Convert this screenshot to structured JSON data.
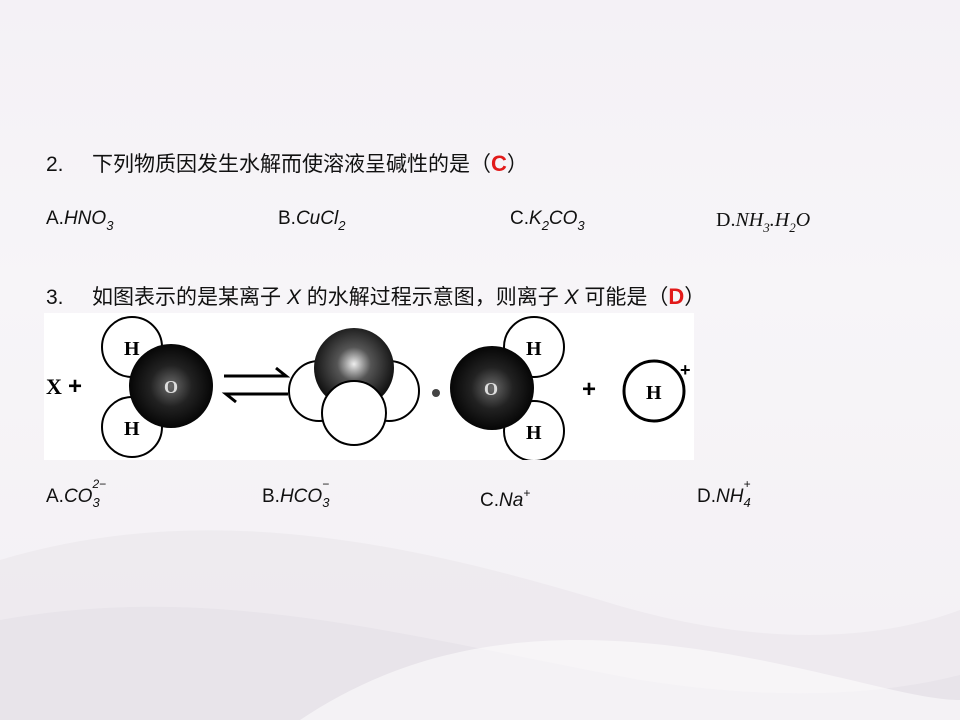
{
  "q2": {
    "number": "2.",
    "text": "下列物质因发生水解而使溶液呈碱性的是（",
    "answer": "C",
    "close": "）",
    "options": {
      "a_prefix": "A.",
      "a_main": "HNO",
      "a_sub": "3",
      "b_prefix": "B.",
      "b_main": "CuCl",
      "b_sub": "2",
      "c_prefix": "C.",
      "c_k": "K",
      "c_sub1": "2",
      "c_co": "CO",
      "c_sub2": "3",
      "d_prefix": "D.",
      "d_nh": "NH",
      "d_sub1": "3",
      "d_dot": ".H",
      "d_sub2": "2",
      "d_o": "O"
    }
  },
  "q3": {
    "number": "3.",
    "text_before_x1": "如图表示的是某离子 ",
    "x1": "X",
    "text_mid": " 的水解过程示意图，则离子 ",
    "x2": "X",
    "text_after": " 可能是（",
    "answer": "D",
    "close": "）",
    "diagram": {
      "x_label": "X",
      "plus1": "+",
      "h_top": "H",
      "o_center": "O",
      "h_bottom": "H",
      "o_right": "O",
      "h_right_top": "H",
      "h_right_bottom": "H",
      "plus2": "+",
      "h_ion": "H",
      "ion_charge": "+"
    },
    "options": {
      "a_prefix": "A.",
      "a_main": "CO",
      "a_sup": "2−",
      "a_sub": "3",
      "b_prefix": "B.",
      "b_main": "HCO",
      "b_sup": "−",
      "b_sub": "3",
      "c_prefix": "C.",
      "c_main": "Na",
      "c_sup": "+",
      "d_prefix": "D.",
      "d_main": "NH",
      "d_sup": "+",
      "d_sub": "4"
    }
  },
  "colors": {
    "answer": "#e21a1a",
    "background": "#f4f1f6"
  }
}
